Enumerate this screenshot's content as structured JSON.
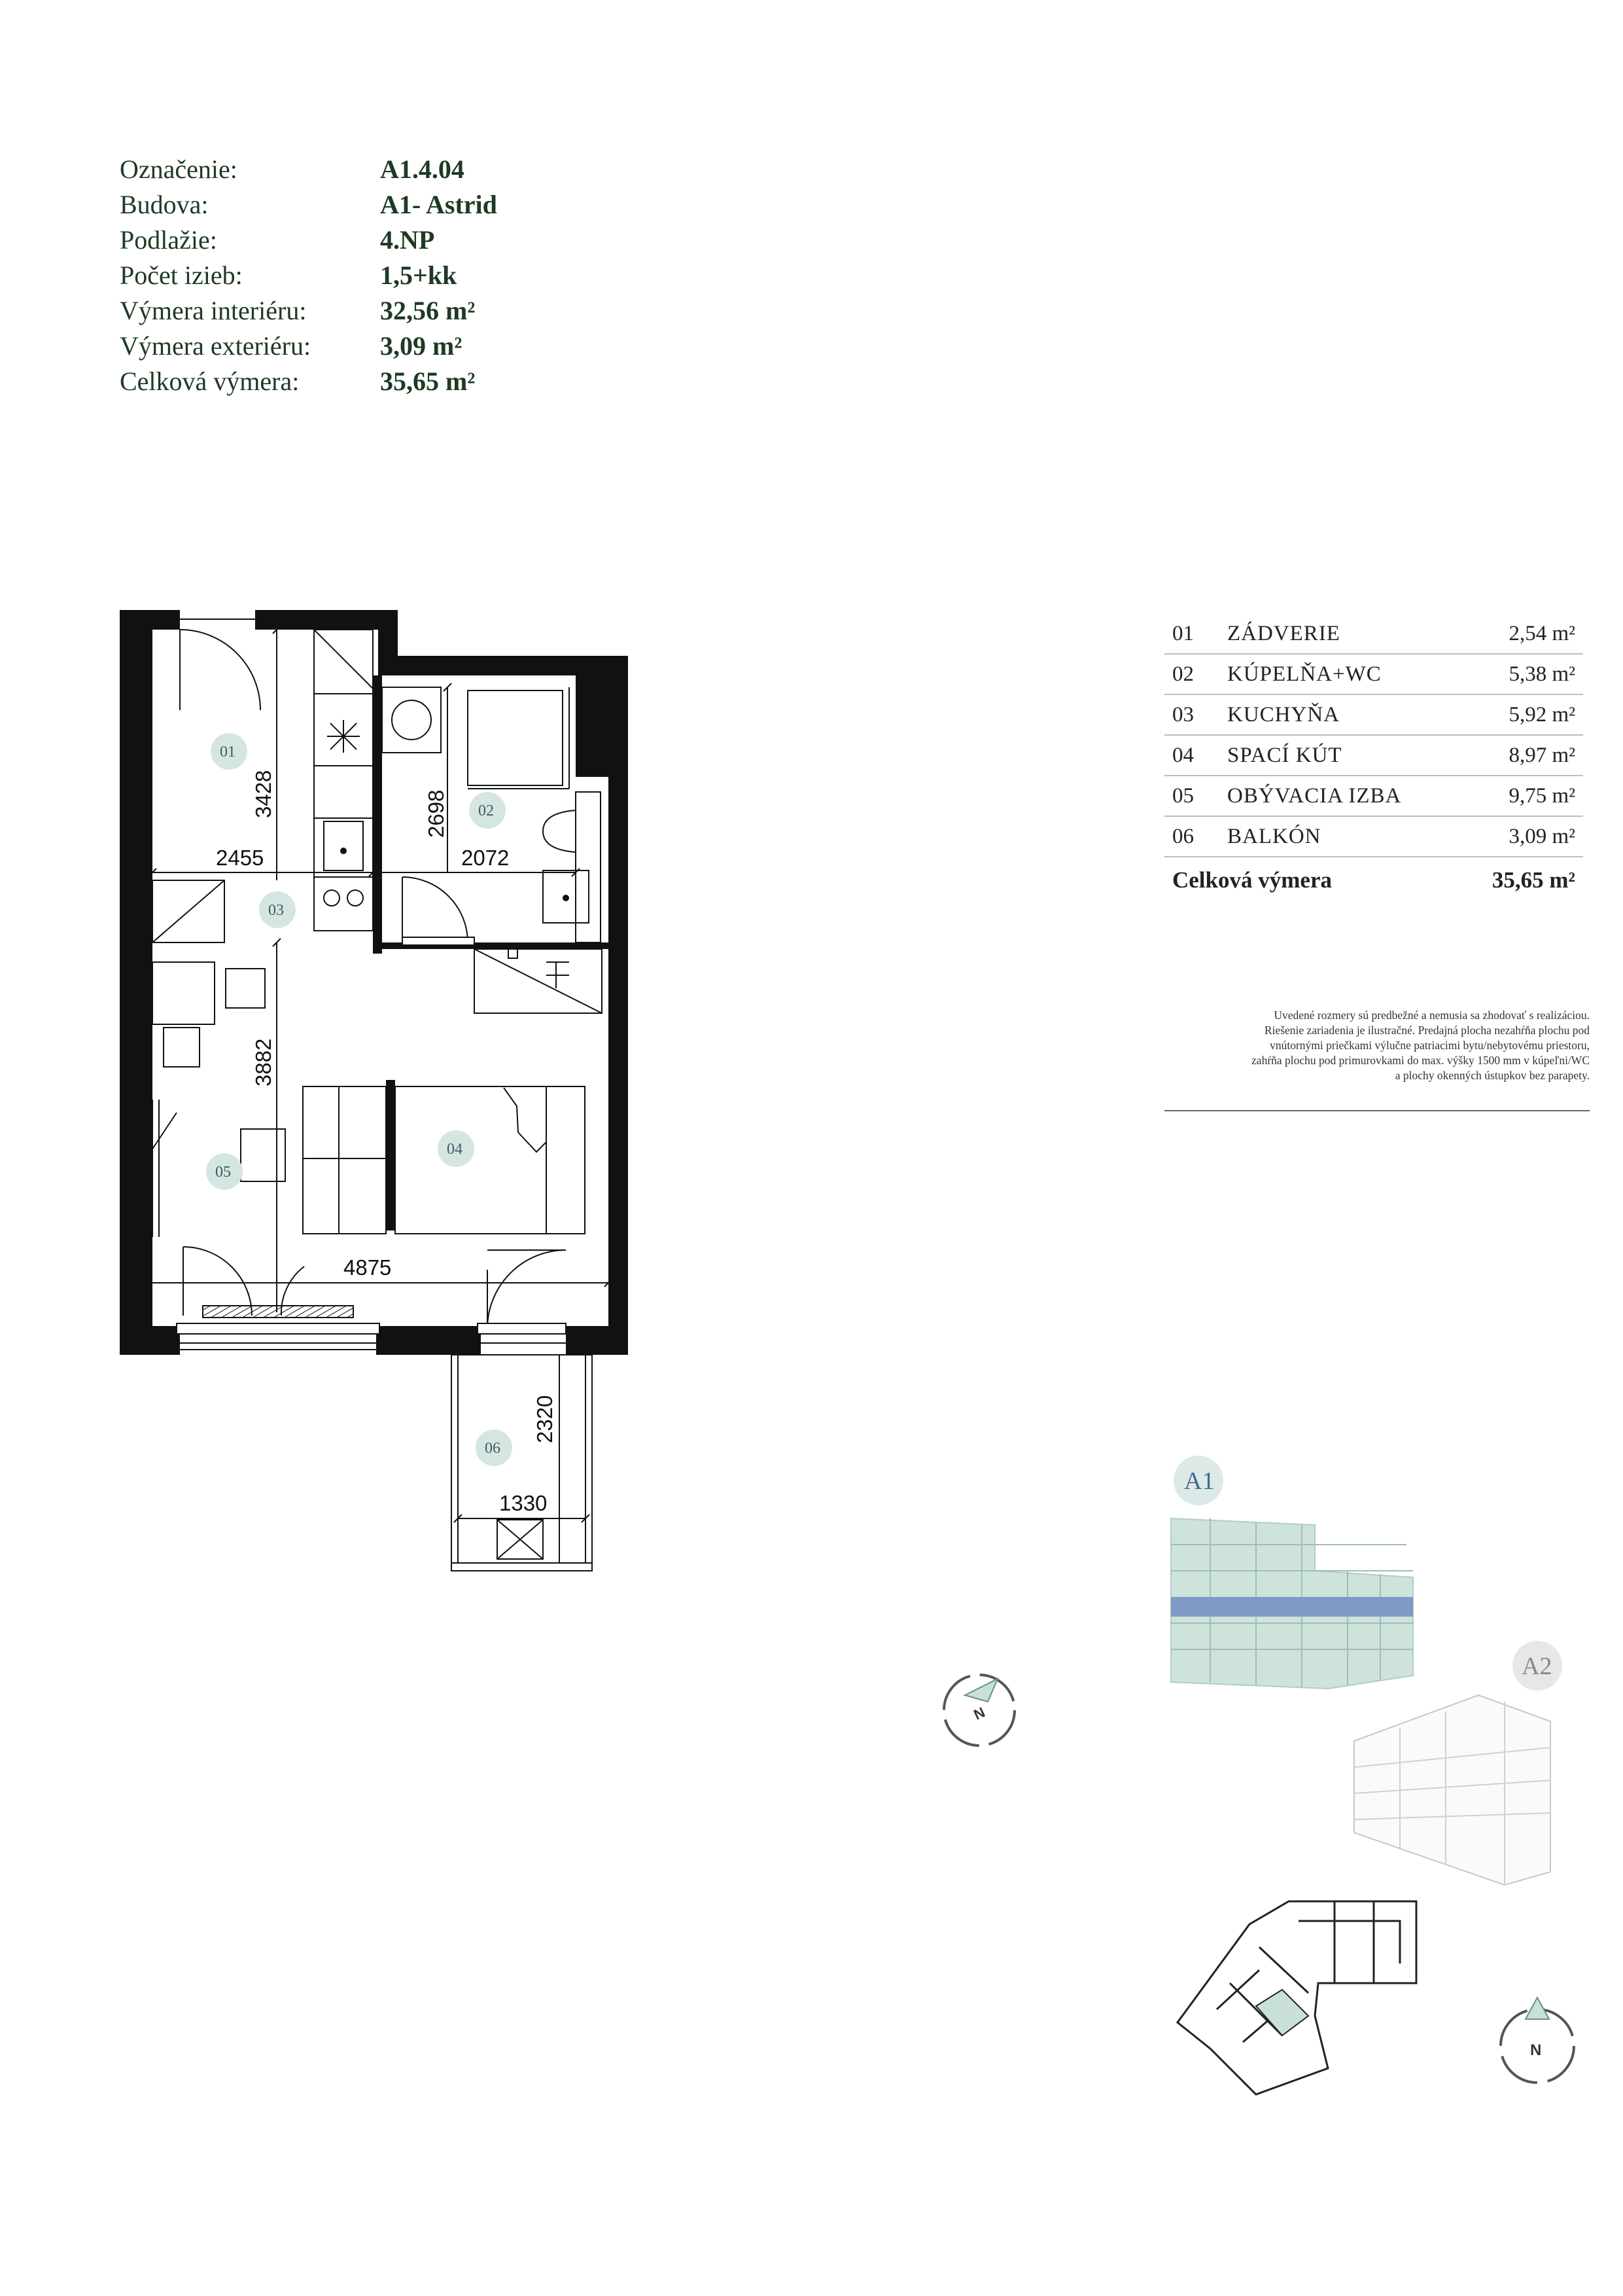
{
  "apartment": {
    "fields": [
      {
        "label": "Označenie:",
        "value": "A1.4.04"
      },
      {
        "label": "Budova:",
        "value": "A1- Astrid"
      },
      {
        "label": "Podlažie:",
        "value": "4.NP"
      },
      {
        "label": "Počet izieb:",
        "value": "1,5+kk"
      },
      {
        "label": "Výmera interiéru:",
        "value": "32,56 m²"
      },
      {
        "label": "Výmera exteriéru:",
        "value": "3,09 m²"
      },
      {
        "label": "Celková výmera:",
        "value": "35,65 m²"
      }
    ]
  },
  "rooms": {
    "items": [
      {
        "num": "01",
        "name": "ZÁDVERIE",
        "area": "2,54 m²"
      },
      {
        "num": "02",
        "name": "KÚPELŇA+WC",
        "area": "5,38 m²"
      },
      {
        "num": "03",
        "name": "KUCHYŇA",
        "area": "5,92 m²"
      },
      {
        "num": "04",
        "name": "SPACÍ KÚT",
        "area": "8,97 m²"
      },
      {
        "num": "05",
        "name": "OBÝVACIA IZBA",
        "area": "9,75 m²"
      },
      {
        "num": "06",
        "name": "BALKÓN",
        "area": "3,09 m²"
      }
    ],
    "total_label": "Celková výmera",
    "total_area": "35,65 m²"
  },
  "note": {
    "lines": [
      "Uvedené rozmery sú predbežné a nemusia sa zhodovať s realizáciou.",
      "Riešenie zariadenia je ilustračné. Predajná plocha nezahŕňa plochu pod",
      "vnútornými priečkami výlučne patriacimi bytu/nebytovému priestoru,",
      "zahŕňa plochu pod primurovkami do max. výšky 1500 mm v kúpeľni/WC",
      "a plochy okenných ústupkov bez parapety."
    ]
  },
  "plan": {
    "dimensions": {
      "d3428": "3428",
      "d2455": "2455",
      "d2698": "2698",
      "d2072": "2072",
      "d3882": "3882",
      "d4875": "4875",
      "d2320": "2320",
      "d1330": "1330"
    },
    "room_labels": [
      "01",
      "02",
      "03",
      "04",
      "05",
      "06"
    ]
  },
  "locator": {
    "building_a1": "A1",
    "building_a2": "A2",
    "north": "N"
  },
  "colors": {
    "text_green": "#1e3a23",
    "room_circle": "#d5e6e1",
    "highlight_band": "#7f9ac4",
    "building_tint": "#c9e0d9"
  }
}
